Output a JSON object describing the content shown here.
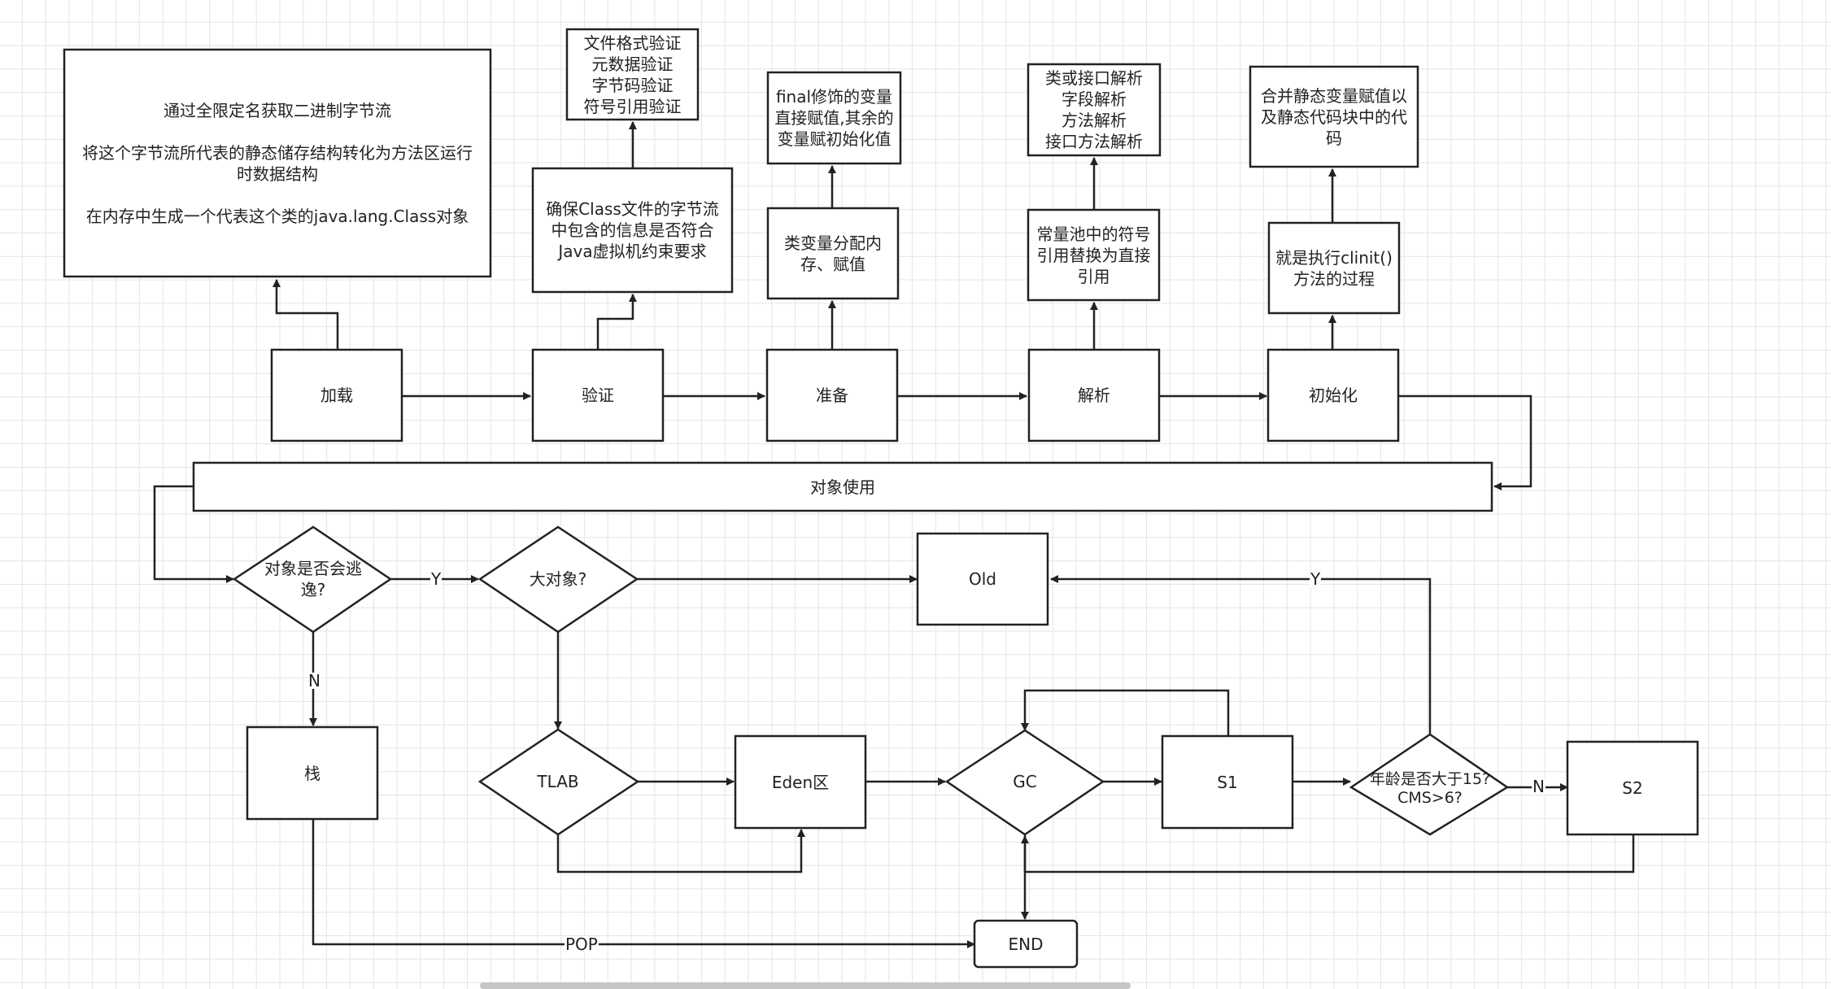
{
  "nodes": {
    "top_load_desc": "通过全限定名获取二进制字节流\n\n将这个字节流所代表的静态储存结构转化为方法区运行时数据结构\n\n在内存中生成一个代表这个类的java.lang.Class对象",
    "verify_steps": "文件格式验证\n元数据验证\n字节码验证\n符号引用验证",
    "verify_desc": "确保Class文件的字节流中包含的信息是否符合Java虚拟机约束要求",
    "prepare_final": "final修饰的变量直接赋值,其余的变量赋初始化值",
    "prepare_desc": "类变量分配内存、赋值",
    "resolve_steps": "类或接口解析\n字段解析\n方法解析\n接口方法解析",
    "resolve_desc": "常量池中的符号引用替换为直接引用",
    "init_desc2": "合并静态变量赋值以及静态代码块中的代码",
    "init_desc": "就是执行clinit()方法的过程",
    "load": "加载",
    "verify": "验证",
    "prepare": "准备",
    "resolve": "解析",
    "init": "初始化",
    "use": "对象使用",
    "escape": "对象是否会逃逸?",
    "big": "大对象?",
    "old": "Old",
    "stack": "栈",
    "tlab": "TLAB",
    "eden": "Eden区",
    "gc": "GC",
    "s1": "S1",
    "age": "年龄是否大于15?\nCMS>6?",
    "s2": "S2",
    "end": "END"
  },
  "edges": {
    "escape_yes": "Y",
    "escape_no": "N",
    "age_yes": "Y",
    "age_no": "N",
    "pop": "POP"
  }
}
